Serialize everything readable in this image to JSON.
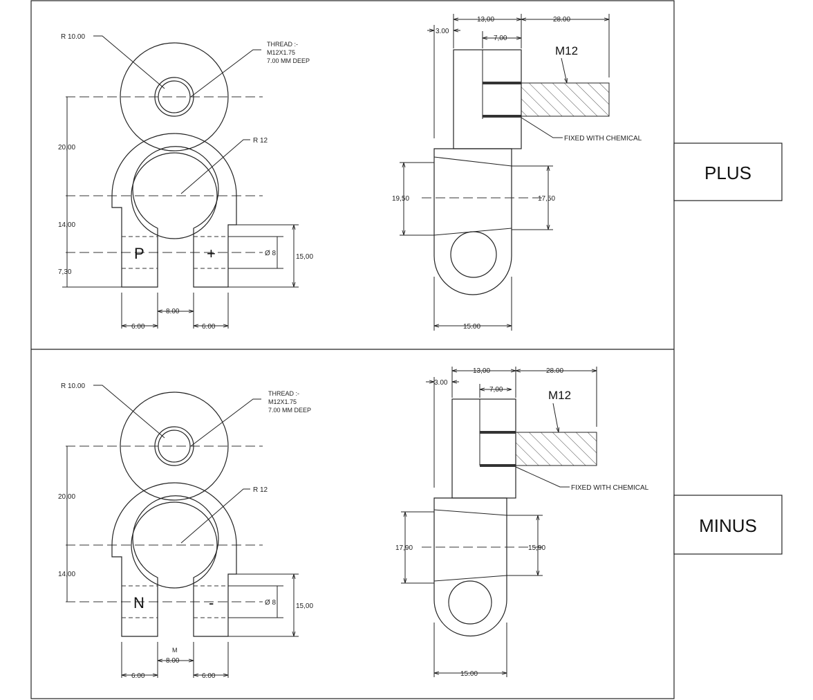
{
  "panels": [
    {
      "id": "plus",
      "label": "PLUS",
      "front": {
        "outer_radius_label": "R 10.00",
        "inner_radius_label": "R 12",
        "thread_note": [
          "THREAD :-",
          "M12X1.75",
          "7.00 MM DEEP"
        ],
        "dim_upper_height": "20,00",
        "dim_mid_height": "14,00",
        "dim_lower_height": "7,30",
        "terminal_left_symbol": "P",
        "terminal_right_symbol": "+",
        "hole_dia": "Ø 8",
        "lug_height": "15,00",
        "gap_width": "8.00",
        "left_lug_width": "6.00",
        "right_lug_width": "6.00",
        "gap_marker": ""
      },
      "side": {
        "dim_top_left": "13,00",
        "dim_top_right": "28.00",
        "dim_offset": "3.00",
        "dim_bore": "7,00",
        "bolt_label": "M12",
        "fixed_note": "FIXED WITH CHEMICAL",
        "taper_left": "19,50",
        "taper_right": "17,50",
        "bottom_width": "15.00"
      }
    },
    {
      "id": "minus",
      "label": "MINUS",
      "front": {
        "outer_radius_label": "R 10.00",
        "inner_radius_label": "R 12",
        "thread_note": [
          "THREAD :-",
          "M12X1.75",
          "7.00 MM DEEP"
        ],
        "dim_upper_height": "20,00",
        "dim_mid_height": "14,00",
        "dim_lower_height": "",
        "terminal_left_symbol": "N",
        "terminal_right_symbol": "-",
        "hole_dia": "Ø 8",
        "lug_height": "15,00",
        "gap_width": "8.00",
        "left_lug_width": "6.00",
        "right_lug_width": "6.00",
        "gap_marker": "M"
      },
      "side": {
        "dim_top_left": "13,00",
        "dim_top_right": "28.00",
        "dim_offset": "3.00",
        "dim_bore": "7,00",
        "bolt_label": "M12",
        "fixed_note": "FIXED WITH CHEMICAL",
        "taper_left": "17,90",
        "taper_right": "15,90",
        "bottom_width": "15.00"
      }
    }
  ]
}
